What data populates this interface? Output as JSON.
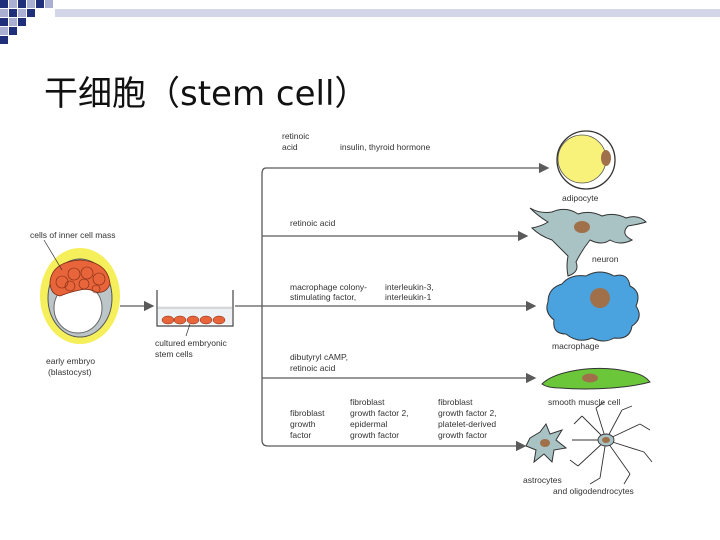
{
  "slide": {
    "title": "干细胞（stem cell）"
  },
  "colors": {
    "square_dark": "#1f2f7a",
    "square_light": "#aab0d2",
    "arrow": "#5a5a5a",
    "cell_orange": "#e8643a",
    "halo_yellow": "#f4ef5a",
    "adipocyte_fill": "#f8f27a",
    "neuron_fill": "#a9c2c4",
    "macrophage_fill": "#4aa3de",
    "smooth_muscle_fill": "#6cc63a",
    "nucleus_brown": "#a0704a"
  },
  "diagram": {
    "inner_cell_mass": "cells of inner cell mass",
    "early_embryo_1": "early embryo",
    "early_embryo_2": "(blastocyst)",
    "cultured_1": "cultured embryonic",
    "cultured_2": "stem cells",
    "routes": [
      {
        "f1": "retinoic",
        "f2": "acid",
        "g1": "insulin, thyroid hormone"
      },
      {
        "f1": "retinoic acid"
      },
      {
        "f1": "macrophage colony-",
        "f2": "stimulating factor,",
        "g1": "interleukin-3,",
        "g2": "interleukin-1"
      },
      {
        "f1": "dibutyryl cAMP,",
        "f2": "retinoic acid"
      },
      {
        "f1": "fibroblast",
        "f2": "growth",
        "f3": "factor",
        "g1": "fibroblast",
        "g2": "growth factor 2,",
        "g3": "epidermal",
        "g4": "growth factor",
        "h1": "fibroblast",
        "h2": "growth factor 2,",
        "h3": "platelet-derived",
        "h4": "growth factor"
      }
    ],
    "cells": {
      "adipocyte": "adipocyte",
      "neuron": "neuron",
      "macrophage": "macrophage",
      "smooth_muscle": "smooth muscle cell",
      "astro_1": "astrocytes",
      "astro_2": "and oligodendrocytes"
    }
  }
}
